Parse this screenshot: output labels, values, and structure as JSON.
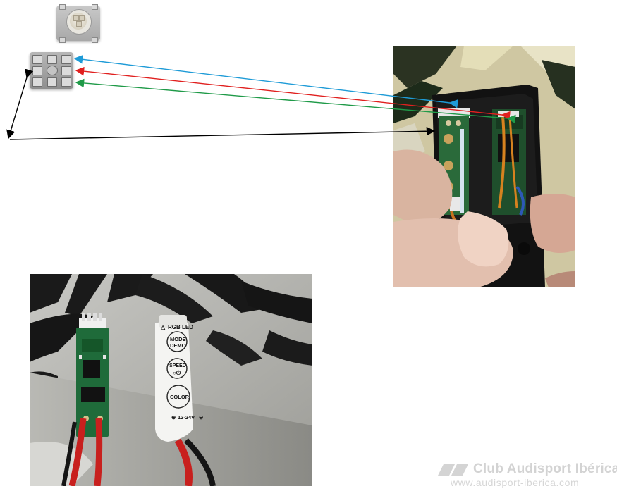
{
  "controller": {
    "header_label": "RGB LED",
    "button_mode_line1": "MODE",
    "button_mode_line2": "DEMO",
    "button_speed": "SPEED",
    "button_color": "COLOR",
    "voltage_label": "12-24V"
  },
  "watermark": {
    "brand": "Club Audisport Ibérica",
    "url": "www.audisport-iberica.com"
  },
  "colors": {
    "arrow_blue": "#1e9bd7",
    "arrow_red": "#e0201f",
    "arrow_green": "#1f9a48",
    "arrow_black": "#000000",
    "pcb_green": "#1f6b3a",
    "wire_red": "#c8201e"
  },
  "icons": [
    "led-5050-top-icon",
    "led-5050-bottom-icon",
    "power-icon"
  ]
}
